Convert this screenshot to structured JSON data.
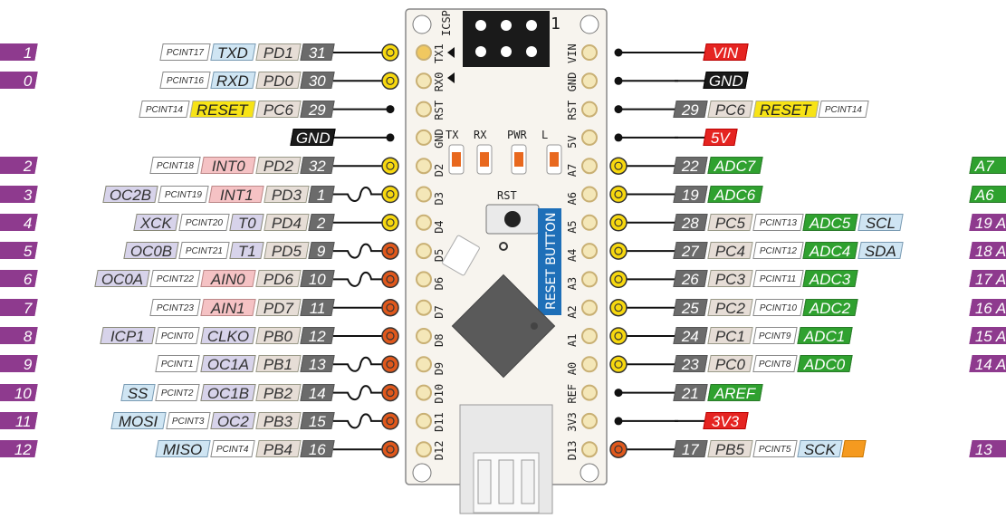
{
  "board": {
    "icsp_label": "ICSP",
    "icsp_pin1": "1",
    "tx_led": "TX",
    "rx_led": "RX",
    "pwr_led": "PWR",
    "l_led": "L",
    "rst_label": "RST",
    "reset_button_label": "RESET BUTTON",
    "left_header": [
      "TX1",
      "RX0",
      "RST",
      "GND",
      "D2",
      "D3",
      "D4",
      "D5",
      "D6",
      "D7",
      "D8",
      "D9",
      "D10",
      "D11",
      "D12"
    ],
    "right_header": [
      "VIN",
      "GND",
      "RST",
      "5V",
      "A7",
      "A6",
      "A5",
      "A4",
      "A3",
      "A2",
      "A1",
      "A0",
      "REF",
      "3V3",
      "D13"
    ]
  },
  "left_rows": [
    {
      "far": "1",
      "tags": [
        {
          "t": "PCINT17",
          "c": "white"
        },
        {
          "t": "TXD",
          "c": "lblue"
        },
        {
          "t": "PD1",
          "c": "tan"
        },
        {
          "t": "31",
          "c": "grey"
        }
      ],
      "pin": "yellow",
      "wave": false
    },
    {
      "far": "0",
      "tags": [
        {
          "t": "PCINT16",
          "c": "white"
        },
        {
          "t": "RXD",
          "c": "lblue"
        },
        {
          "t": "PD0",
          "c": "tan"
        },
        {
          "t": "30",
          "c": "grey"
        }
      ],
      "pin": "yellow",
      "wave": false
    },
    {
      "far": "",
      "tags": [
        {
          "t": "PCINT14",
          "c": "white"
        },
        {
          "t": "RESET",
          "c": "yellow"
        },
        {
          "t": "PC6",
          "c": "tan"
        },
        {
          "t": "29",
          "c": "grey"
        }
      ],
      "pin": "dot",
      "wave": false
    },
    {
      "far": "",
      "tags": [
        {
          "t": "GND",
          "c": "black"
        }
      ],
      "pin": "dot",
      "wave": false
    },
    {
      "far": "2",
      "tags": [
        {
          "t": "PCINT18",
          "c": "white"
        },
        {
          "t": "INT0",
          "c": "pink"
        },
        {
          "t": "PD2",
          "c": "tan"
        },
        {
          "t": "32",
          "c": "grey"
        }
      ],
      "pin": "yellow",
      "wave": false
    },
    {
      "far": "3",
      "tags": [
        {
          "t": "OC2B",
          "c": "lav"
        },
        {
          "t": "PCINT19",
          "c": "white"
        },
        {
          "t": "INT1",
          "c": "pink"
        },
        {
          "t": "PD3",
          "c": "tan"
        },
        {
          "t": "1",
          "c": "grey"
        }
      ],
      "pin": "yellow",
      "wave": true
    },
    {
      "far": "4",
      "tags": [
        {
          "t": "XCK",
          "c": "lav"
        },
        {
          "t": "PCINT20",
          "c": "white"
        },
        {
          "t": "T0",
          "c": "lav"
        },
        {
          "t": "PD4",
          "c": "tan"
        },
        {
          "t": "2",
          "c": "grey"
        }
      ],
      "pin": "yellow",
      "wave": false
    },
    {
      "far": "5",
      "tags": [
        {
          "t": "OC0B",
          "c": "lav"
        },
        {
          "t": "PCINT21",
          "c": "white"
        },
        {
          "t": "T1",
          "c": "lav"
        },
        {
          "t": "PD5",
          "c": "tan"
        },
        {
          "t": "9",
          "c": "grey"
        }
      ],
      "pin": "orange",
      "wave": true
    },
    {
      "far": "6",
      "tags": [
        {
          "t": "OC0A",
          "c": "lav"
        },
        {
          "t": "PCINT22",
          "c": "white"
        },
        {
          "t": "AIN0",
          "c": "pink"
        },
        {
          "t": "PD6",
          "c": "tan"
        },
        {
          "t": "10",
          "c": "grey"
        }
      ],
      "pin": "orange",
      "wave": true
    },
    {
      "far": "7",
      "tags": [
        {
          "t": "PCINT23",
          "c": "white"
        },
        {
          "t": "AIN1",
          "c": "pink"
        },
        {
          "t": "PD7",
          "c": "tan"
        },
        {
          "t": "11",
          "c": "grey"
        }
      ],
      "pin": "orange",
      "wave": false
    },
    {
      "far": "8",
      "tags": [
        {
          "t": "ICP1",
          "c": "lav"
        },
        {
          "t": "PCINT0",
          "c": "white"
        },
        {
          "t": "CLKO",
          "c": "lav"
        },
        {
          "t": "PB0",
          "c": "tan"
        },
        {
          "t": "12",
          "c": "grey"
        }
      ],
      "pin": "orange",
      "wave": false
    },
    {
      "far": "9",
      "tags": [
        {
          "t": "PCINT1",
          "c": "white"
        },
        {
          "t": "OC1A",
          "c": "lav"
        },
        {
          "t": "PB1",
          "c": "tan"
        },
        {
          "t": "13",
          "c": "grey"
        }
      ],
      "pin": "orange",
      "wave": true
    },
    {
      "far": "10",
      "tags": [
        {
          "t": "SS",
          "c": "lblue"
        },
        {
          "t": "PCINT2",
          "c": "white"
        },
        {
          "t": "OC1B",
          "c": "lav"
        },
        {
          "t": "PB2",
          "c": "tan"
        },
        {
          "t": "14",
          "c": "grey"
        }
      ],
      "pin": "orange",
      "wave": true
    },
    {
      "far": "11",
      "tags": [
        {
          "t": "MOSI",
          "c": "lblue"
        },
        {
          "t": "PCINT3",
          "c": "white"
        },
        {
          "t": "OC2",
          "c": "lav"
        },
        {
          "t": "PB3",
          "c": "tan"
        },
        {
          "t": "15",
          "c": "grey"
        }
      ],
      "pin": "orange",
      "wave": true
    },
    {
      "far": "12",
      "tags": [
        {
          "t": "MISO",
          "c": "lblue"
        },
        {
          "t": "PCINT4",
          "c": "white"
        },
        {
          "t": "PB4",
          "c": "tan"
        },
        {
          "t": "16",
          "c": "grey"
        }
      ],
      "pin": "orange",
      "wave": false
    }
  ],
  "right_rows": [
    {
      "far": "",
      "tags": [
        {
          "t": "VIN",
          "c": "red"
        }
      ],
      "pin": "dot"
    },
    {
      "far": "",
      "tags": [
        {
          "t": "GND",
          "c": "black"
        }
      ],
      "pin": "dot"
    },
    {
      "far": "",
      "tags": [
        {
          "t": "29",
          "c": "grey"
        },
        {
          "t": "PC6",
          "c": "tan"
        },
        {
          "t": "RESET",
          "c": "yellow"
        },
        {
          "t": "PCINT14",
          "c": "white"
        }
      ],
      "pin": "dot"
    },
    {
      "far": "",
      "tags": [
        {
          "t": "5V",
          "c": "red"
        }
      ],
      "pin": "dot"
    },
    {
      "far": "A7",
      "tags": [
        {
          "t": "22",
          "c": "grey"
        },
        {
          "t": "ADC7",
          "c": "green"
        }
      ],
      "pin": "yellow"
    },
    {
      "far": "A6",
      "tags": [
        {
          "t": "19",
          "c": "grey"
        },
        {
          "t": "ADC6",
          "c": "green"
        }
      ],
      "pin": "yellow"
    },
    {
      "far": "19 A",
      "tags": [
        {
          "t": "28",
          "c": "grey"
        },
        {
          "t": "PC5",
          "c": "tan"
        },
        {
          "t": "PCINT13",
          "c": "white"
        },
        {
          "t": "ADC5",
          "c": "green"
        },
        {
          "t": "SCL",
          "c": "lblue"
        }
      ],
      "pin": "yellow"
    },
    {
      "far": "18 A",
      "tags": [
        {
          "t": "27",
          "c": "grey"
        },
        {
          "t": "PC4",
          "c": "tan"
        },
        {
          "t": "PCINT12",
          "c": "white"
        },
        {
          "t": "ADC4",
          "c": "green"
        },
        {
          "t": "SDA",
          "c": "lblue"
        }
      ],
      "pin": "yellow"
    },
    {
      "far": "17 A",
      "tags": [
        {
          "t": "26",
          "c": "grey"
        },
        {
          "t": "PC3",
          "c": "tan"
        },
        {
          "t": "PCINT11",
          "c": "white"
        },
        {
          "t": "ADC3",
          "c": "green"
        }
      ],
      "pin": "yellow"
    },
    {
      "far": "16 A",
      "tags": [
        {
          "t": "25",
          "c": "grey"
        },
        {
          "t": "PC2",
          "c": "tan"
        },
        {
          "t": "PCINT10",
          "c": "white"
        },
        {
          "t": "ADC2",
          "c": "green"
        }
      ],
      "pin": "yellow"
    },
    {
      "far": "15 A",
      "tags": [
        {
          "t": "24",
          "c": "grey"
        },
        {
          "t": "PC1",
          "c": "tan"
        },
        {
          "t": "PCINT9",
          "c": "white"
        },
        {
          "t": "ADC1",
          "c": "green"
        }
      ],
      "pin": "yellow"
    },
    {
      "far": "14 A",
      "tags": [
        {
          "t": "23",
          "c": "grey"
        },
        {
          "t": "PC0",
          "c": "tan"
        },
        {
          "t": "PCINT8",
          "c": "white"
        },
        {
          "t": "ADC0",
          "c": "green"
        }
      ],
      "pin": "yellow"
    },
    {
      "far": "",
      "tags": [
        {
          "t": "21",
          "c": "grey"
        },
        {
          "t": "AREF",
          "c": "green"
        }
      ],
      "pin": "dot"
    },
    {
      "far": "",
      "tags": [
        {
          "t": "3V3",
          "c": "red"
        }
      ],
      "pin": "dot"
    },
    {
      "far": "13",
      "tags": [
        {
          "t": "17",
          "c": "grey"
        },
        {
          "t": "PB5",
          "c": "tan"
        },
        {
          "t": "PCINT5",
          "c": "white"
        },
        {
          "t": "SCK",
          "c": "lblue"
        },
        {
          "t": "",
          "c": "orange"
        }
      ],
      "pin": "orange"
    }
  ],
  "colors": {
    "pin_yellow": "#f7d80f",
    "pin_orange": "#e0581c",
    "board": "#f7f4ee",
    "chip": "#5a5a5a",
    "reset_blue": "#1e6fb8"
  }
}
